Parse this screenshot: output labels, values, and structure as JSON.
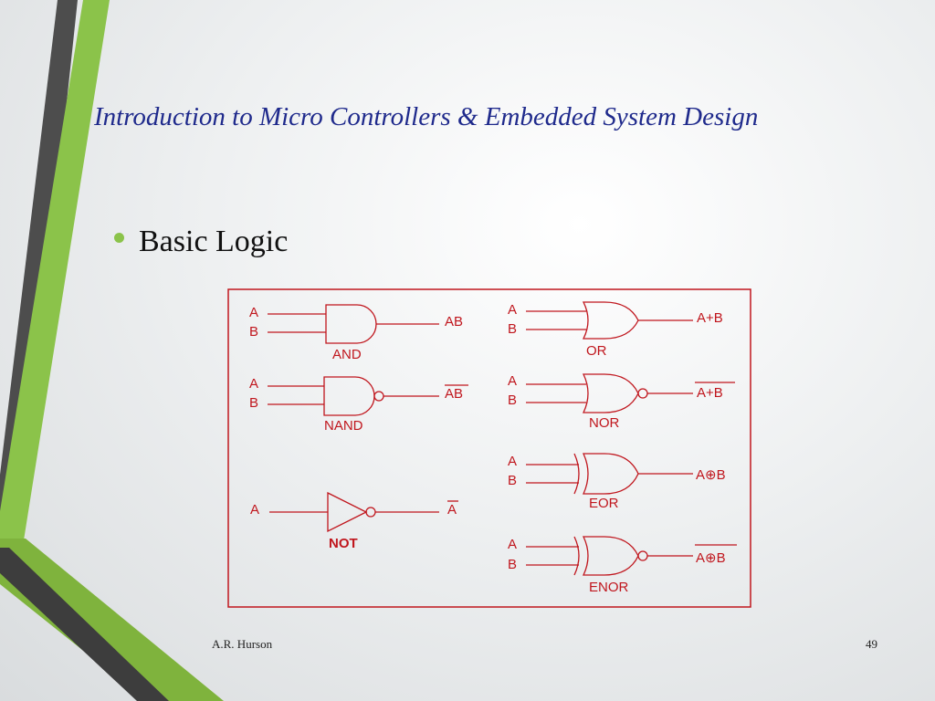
{
  "slide": {
    "title": "Introduction to Micro Controllers & Embedded System Design",
    "bullet": "Basic Logic",
    "footer_author": "A.R. Hurson",
    "page_number": "49"
  },
  "diagram": {
    "color": "#c0161d",
    "gates": {
      "and": {
        "name": "AND",
        "in_a": "A",
        "in_b": "B",
        "out": "AB"
      },
      "nand": {
        "name": "NAND",
        "in_a": "A",
        "in_b": "B",
        "out": "AB"
      },
      "not": {
        "name": "NOT",
        "in_a": "A",
        "out": "A"
      },
      "or": {
        "name": "OR",
        "in_a": "A",
        "in_b": "B",
        "out": "A+B"
      },
      "nor": {
        "name": "NOR",
        "in_a": "A",
        "in_b": "B",
        "out": "A+B"
      },
      "eor": {
        "name": "EOR",
        "in_a": "A",
        "in_b": "B",
        "out": "A⊕B"
      },
      "enor": {
        "name": "ENOR",
        "in_a": "A",
        "in_b": "B",
        "out": "A⊕B"
      }
    }
  },
  "decor": {
    "accent_green": "#8bc34a",
    "dark_gray": "#4d4d4d"
  }
}
